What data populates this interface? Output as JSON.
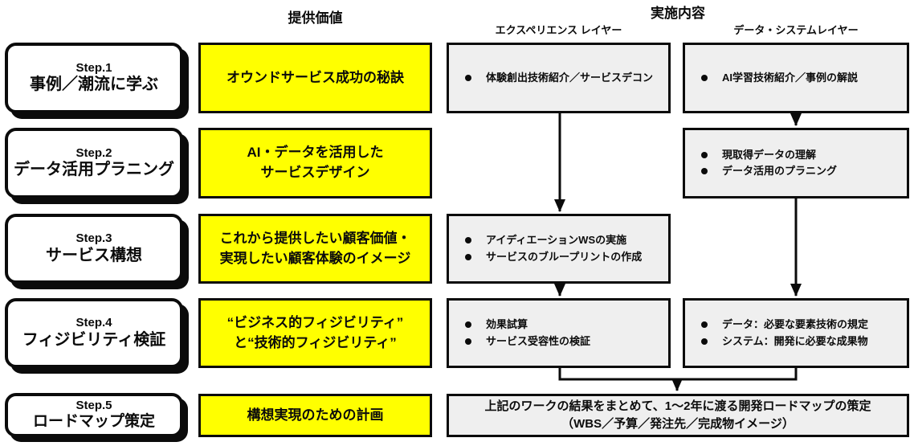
{
  "headers": {
    "provided_value": "提供価値",
    "implementation": "実施内容",
    "experience_layer": "エクスペリエンス レイヤー",
    "data_system_layer": "データ・システムレイヤー"
  },
  "steps": [
    {
      "label": "Step.1",
      "title": "事例／潮流に学ぶ"
    },
    {
      "label": "Step.2",
      "title": "データ活用プラニング"
    },
    {
      "label": "Step.3",
      "title": "サービス構想"
    },
    {
      "label": "Step.4",
      "title": "フィジビリティ検証"
    },
    {
      "label": "Step.5",
      "title": "ロードマップ策定"
    }
  ],
  "provided_values": [
    {
      "lines": [
        "オウンドサービス成功の秘訣"
      ]
    },
    {
      "lines": [
        "AI・データを活用した",
        "サービスデザイン"
      ]
    },
    {
      "lines": [
        "これから提供したい顧客価値・",
        "実現したい顧客体験のイメージ"
      ]
    },
    {
      "lines": [
        "“ビジネス的フィジビリティ”",
        "と“技術的フィジビリティ”"
      ]
    },
    {
      "lines": [
        "構想実現のための計画"
      ]
    }
  ],
  "experience": {
    "step1": [
      "体験創出技術紹介／サービスデコン"
    ],
    "step3": [
      "アイディエーションWSの実施",
      "サービスのブループリントの作成"
    ],
    "step4": [
      "効果試算",
      "サービス受容性の検証"
    ]
  },
  "data_system": {
    "step1": [
      "AI学習技術紹介／事例の解説"
    ],
    "step2": [
      "現取得データの理解",
      "データ活用のプラニング"
    ],
    "step4": [
      "データ：必要な要素技術の規定",
      "システム：開発に必要な成果物"
    ]
  },
  "summary": {
    "lines": [
      "上記のワークの結果をまとめて、1〜2年に渡る開発ロードマップの策定",
      "（WBS／予算／発注先／完成物イメージ）"
    ]
  },
  "colors": {
    "highlight": "#FFFF00",
    "panel": "#EFEFEF",
    "ink": "#0B0B0B"
  }
}
